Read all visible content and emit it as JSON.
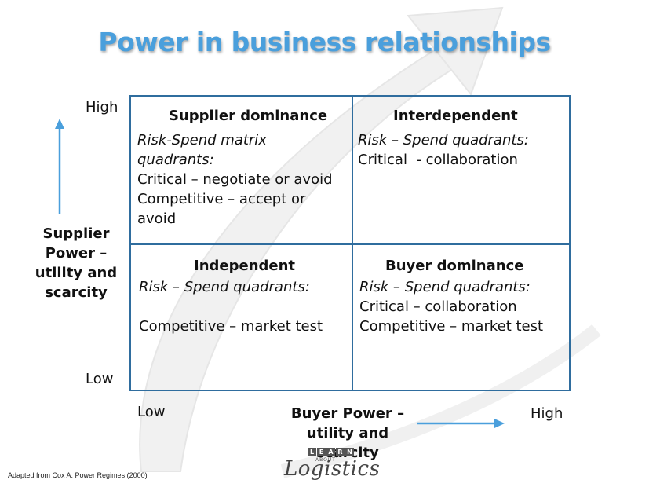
{
  "title": "Power in business relationships",
  "y_axis": {
    "high": "High",
    "low": "Low",
    "label": "Supplier Power – utility and scarcity"
  },
  "x_axis": {
    "low": "Low",
    "high": "High",
    "label": "Buyer Power – utility and scarcity"
  },
  "quadrants": {
    "top_left": {
      "heading": "Supplier dominance",
      "label": "Risk-Spend matrix quadrants:",
      "lines": [
        "Critical – negotiate or avoid",
        "Competitive – accept or avoid"
      ]
    },
    "top_right": {
      "heading": "Interdependent",
      "label": "Risk – Spend quadrants:",
      "lines": [
        "Critical  - collaboration"
      ]
    },
    "bottom_left": {
      "heading": "Independent",
      "label": "Risk – Spend quadrants:",
      "lines": [
        "Competitive – market test"
      ]
    },
    "bottom_right": {
      "heading": "Buyer dominance",
      "label": "Risk – Spend quadrants:",
      "lines": [
        "Critical – collaboration",
        "Competitive – market test"
      ]
    }
  },
  "credit": "Adapted from Cox A. Power Regimes (2000)",
  "logo": {
    "letters": [
      "L",
      "E",
      "A",
      "R",
      "N"
    ],
    "small": "ABOUT",
    "word": "Logistics"
  },
  "colors": {
    "title": "#4a9fdc",
    "matrix_border": "#2f6d9e",
    "arrow": "#4a9fdc"
  }
}
